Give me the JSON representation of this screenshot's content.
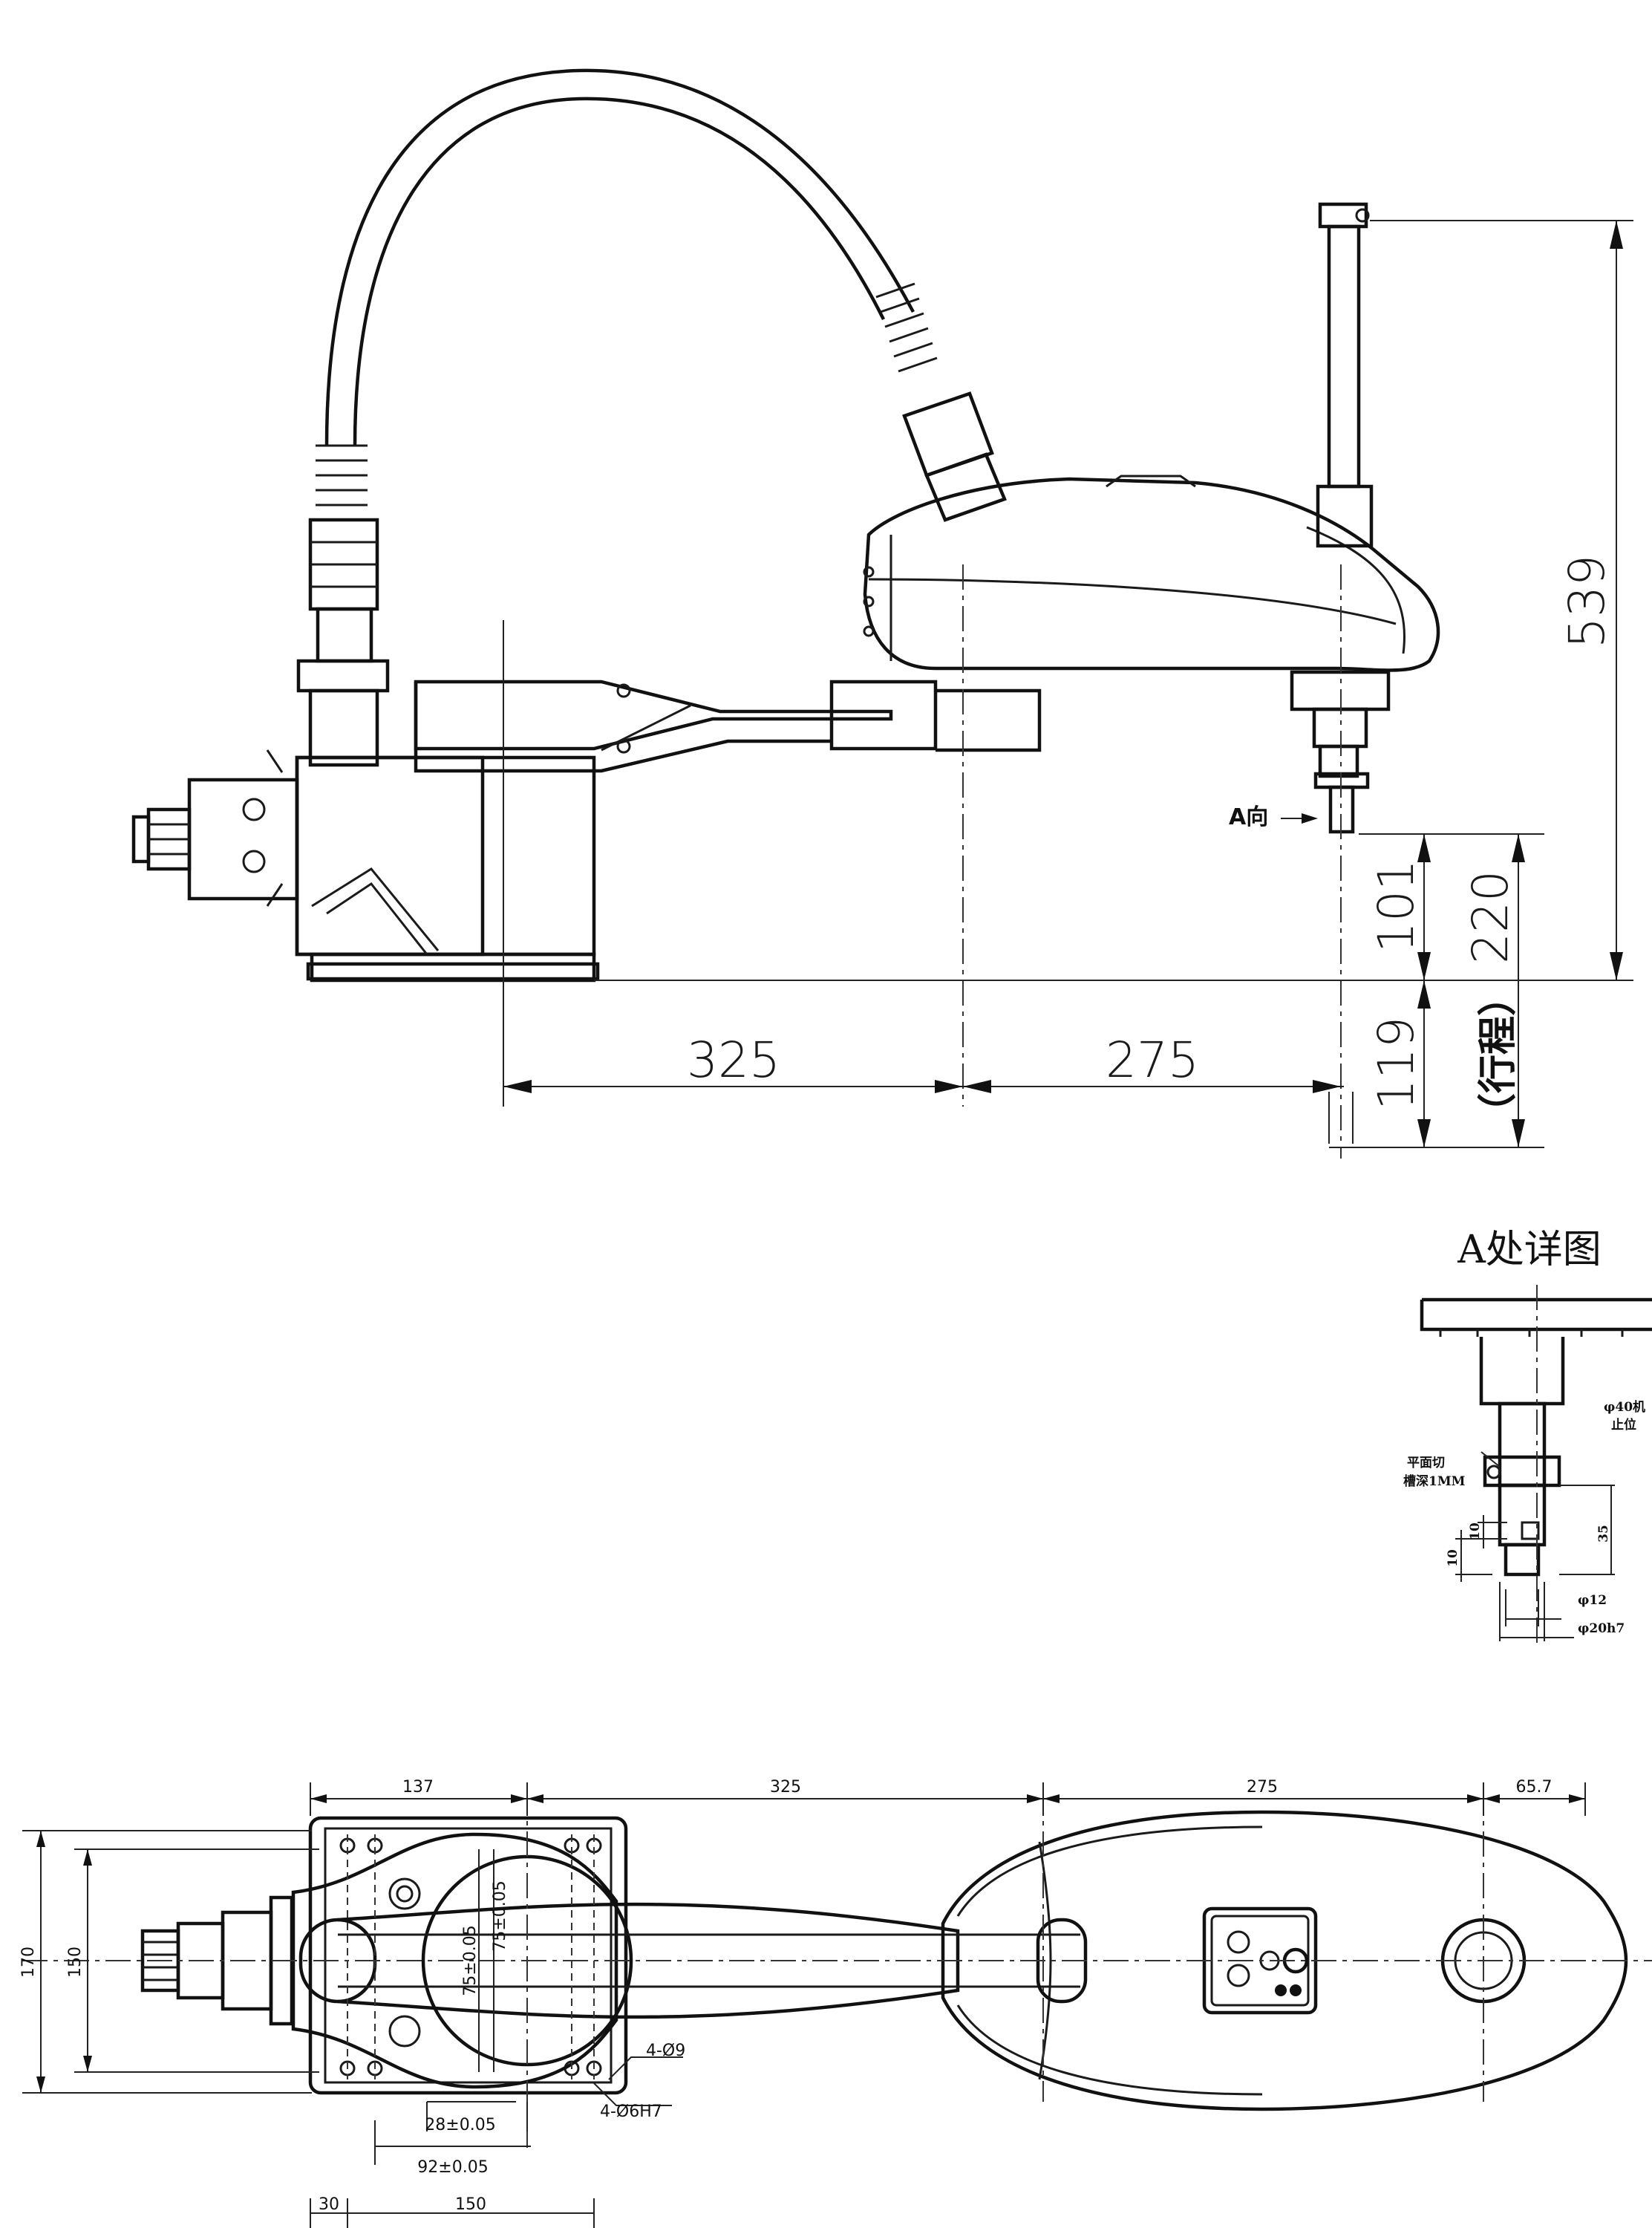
{
  "side_view": {
    "dims": {
      "height_total": "539",
      "stroke": "220",
      "stroke_label": "（行程）",
      "stroke_upper": "101",
      "stroke_lower": "119",
      "arm1": "325",
      "arm2": "275"
    },
    "view_a_label": "A向"
  },
  "detail_a": {
    "title": "A处详图",
    "note_shaft_top": "φ40机",
    "note_shaft_bottom": "止位",
    "note_flat_1": "平面切",
    "note_flat_2": "槽深1MM",
    "dim_35": "35",
    "dim_10a": "10",
    "dim_10b": "10",
    "dim_phi12": "φ12",
    "dim_phi20": "φ20h7"
  },
  "top_view": {
    "dims": {
      "d137": "137",
      "d325": "325",
      "d275": "275",
      "d65_7": "65.7",
      "d170": "170",
      "d150_left": "150",
      "d75a": "75±0.05",
      "d75b": "75±0.05",
      "d28": "28±0.05",
      "d92": "92±0.05",
      "d30": "30",
      "d150_bottom": "150",
      "holes_a": "4-Ø9",
      "holes_b": "4-Ø6H7"
    }
  }
}
